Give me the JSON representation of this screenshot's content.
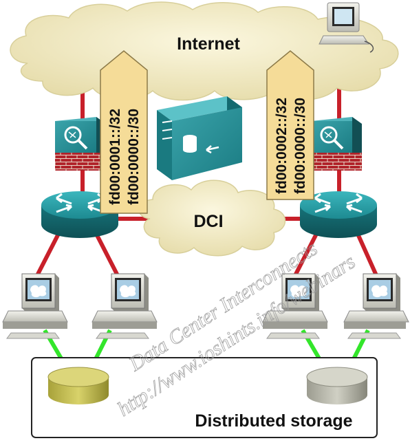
{
  "labels": {
    "internet": "Internet",
    "dci": "DCI",
    "storage": "Distributed storage"
  },
  "prefixes": {
    "left": [
      "fd00:0001::/32",
      "fd00:0000::/30"
    ],
    "right": [
      "fd00:0002::/32",
      "fd00:0000::/30"
    ]
  },
  "watermark": {
    "line1": "Data Center Interconnects",
    "line2": "http://www.ioshints.info/webinars"
  },
  "colors": {
    "wan_link": "#c8202a",
    "storage_link": "#33e62b",
    "cloud": "#f3ecc0",
    "router": "#1f8f96",
    "callout": "#f5dc98"
  }
}
